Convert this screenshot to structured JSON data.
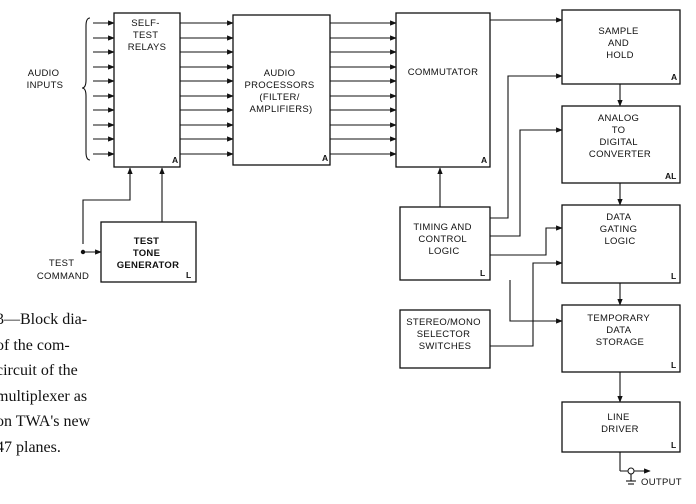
{
  "blocks": {
    "self_test_relays": {
      "lines": [
        "SELF-",
        "TEST",
        "RELAYS"
      ],
      "tag": "A"
    },
    "audio_processors": {
      "lines": [
        "AUDIO",
        "PROCESSORS",
        "(FILTER/",
        "AMPLIFIERS)"
      ],
      "tag": "A"
    },
    "commutator": {
      "lines": [
        "COMMUTATOR"
      ],
      "tag": "A"
    },
    "sample_and_hold": {
      "lines": [
        "SAMPLE",
        "AND",
        "HOLD"
      ],
      "tag": "A"
    },
    "adc": {
      "lines": [
        "ANALOG",
        "TO",
        "DIGITAL",
        "CONVERTER"
      ],
      "tag": "AL"
    },
    "data_gating_logic": {
      "lines": [
        "DATA",
        "GATING",
        "LOGIC"
      ],
      "tag": "L"
    },
    "temporary_data_storage": {
      "lines": [
        "TEMPORARY",
        "DATA",
        "STORAGE"
      ],
      "tag": "L"
    },
    "line_driver": {
      "lines": [
        "LINE",
        "DRIVER"
      ],
      "tag": "L"
    },
    "timing_control_logic": {
      "lines": [
        "TIMING AND",
        "CONTROL",
        "LOGIC"
      ],
      "tag": "L"
    },
    "stereo_mono_switches": {
      "lines": [
        "STEREO/MONO",
        "SELECTOR",
        "SWITCHES"
      ]
    },
    "test_tone_generator": {
      "lines": [
        "TEST",
        "TONE",
        "GENERATOR"
      ],
      "tag": "L"
    }
  },
  "labels": {
    "audio_inputs": [
      "AUDIO",
      "INPUTS"
    ],
    "test_command": [
      "TEST",
      "COMMAND"
    ],
    "output": "OUTPUT"
  },
  "caption": [
    "3—Block dia-",
    "of the com-",
    "circuit of the",
    "multiplexer as",
    "on TWA's new",
    "47 planes."
  ]
}
